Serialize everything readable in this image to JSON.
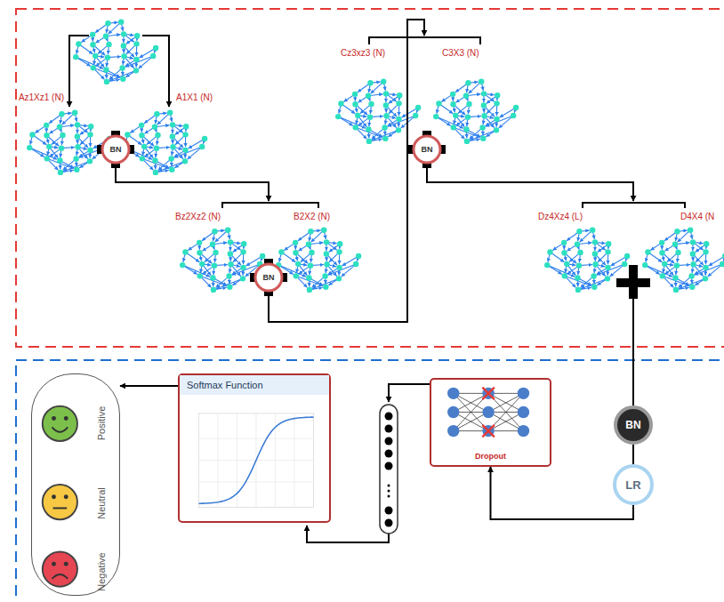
{
  "diagram": {
    "nodes": [
      {
        "text": [
          "BN"
        ]
      },
      {
        "text": [
          "BN"
        ]
      },
      {
        "text": [
          "BN"
        ]
      },
      {
        "text": [
          "Positive",
          "Neutral",
          "Negative"
        ]
      },
      {
        "text": [
          "Softmax Function"
        ]
      },
      {
        "text": [
          "Dropout"
        ]
      },
      {
        "text": [
          "BN"
        ]
      },
      {
        "text": [
          "LR"
        ]
      }
    ],
    "edges": [
      {
        "from": 6,
        "to": 7,
        "arrow": "none"
      },
      {
        "from": 7,
        "to": 5,
        "arrow": "to"
      },
      {
        "from": 4,
        "to": 3,
        "arrow": "to"
      }
    ],
    "labels": [
      "Az1Xz1 (N)",
      "A1X1 (N)",
      "Bz2Xz2 (N)",
      "B2X2 (N)",
      "Cz3xz3 (N)",
      "C3X3 (N)",
      "Dz4Xz4 (L)",
      "D4X4 (N"
    ]
  }
}
